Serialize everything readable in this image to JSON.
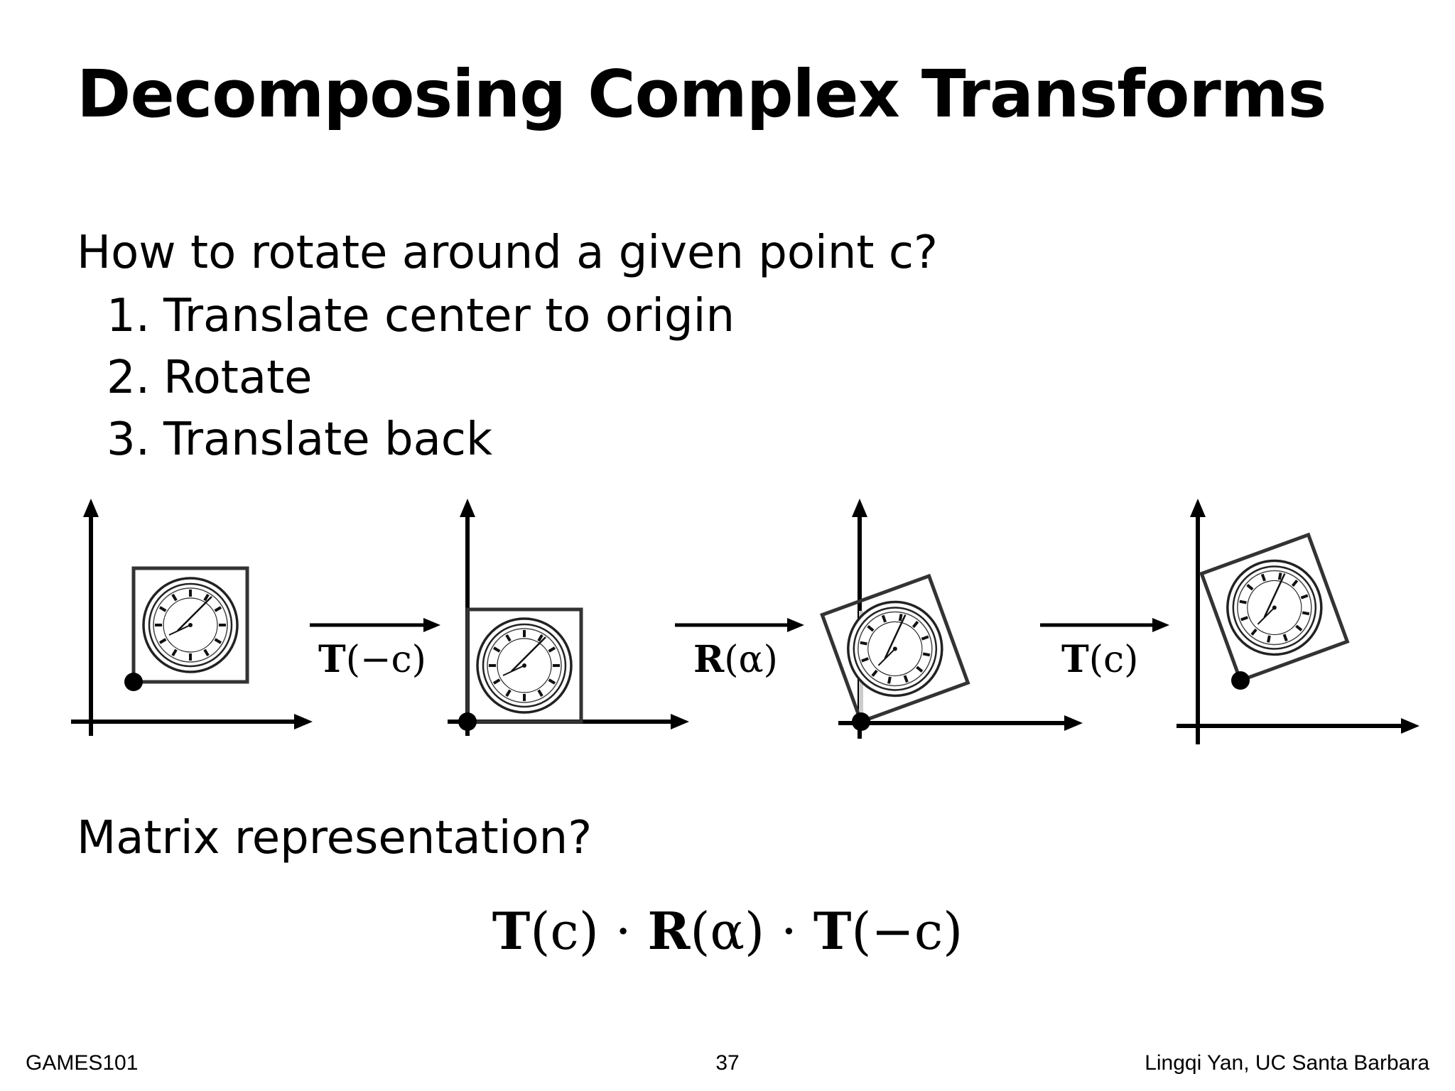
{
  "slide": {
    "title": "Decomposing Complex Transforms",
    "question": "How to rotate around a given point c?",
    "steps": [
      {
        "number": "1.",
        "text": "Translate center to origin"
      },
      {
        "number": "2.",
        "text": "Rotate"
      },
      {
        "number": "3.",
        "text": "Translate back"
      }
    ],
    "matrix_question": "Matrix representation?"
  },
  "diagram": {
    "arrow_labels": [
      {
        "op": "T",
        "arg": "(−c)"
      },
      {
        "op": "R",
        "arg": "(α)"
      },
      {
        "op": "T",
        "arg": "(c)"
      }
    ]
  },
  "formula": {
    "t1": "T",
    "a1": "(c)",
    "dot1": " · ",
    "r": "R",
    "a2": "(α)",
    "dot2": " · ",
    "t2": "T",
    "a3": "(−c)"
  },
  "footer": {
    "course": "GAMES101",
    "page": "37",
    "author": "Lingqi Yan, UC Santa Barbara"
  },
  "icons": [
    "clock-icon",
    "axis-arrow-icon",
    "transform-arrow-icon"
  ]
}
